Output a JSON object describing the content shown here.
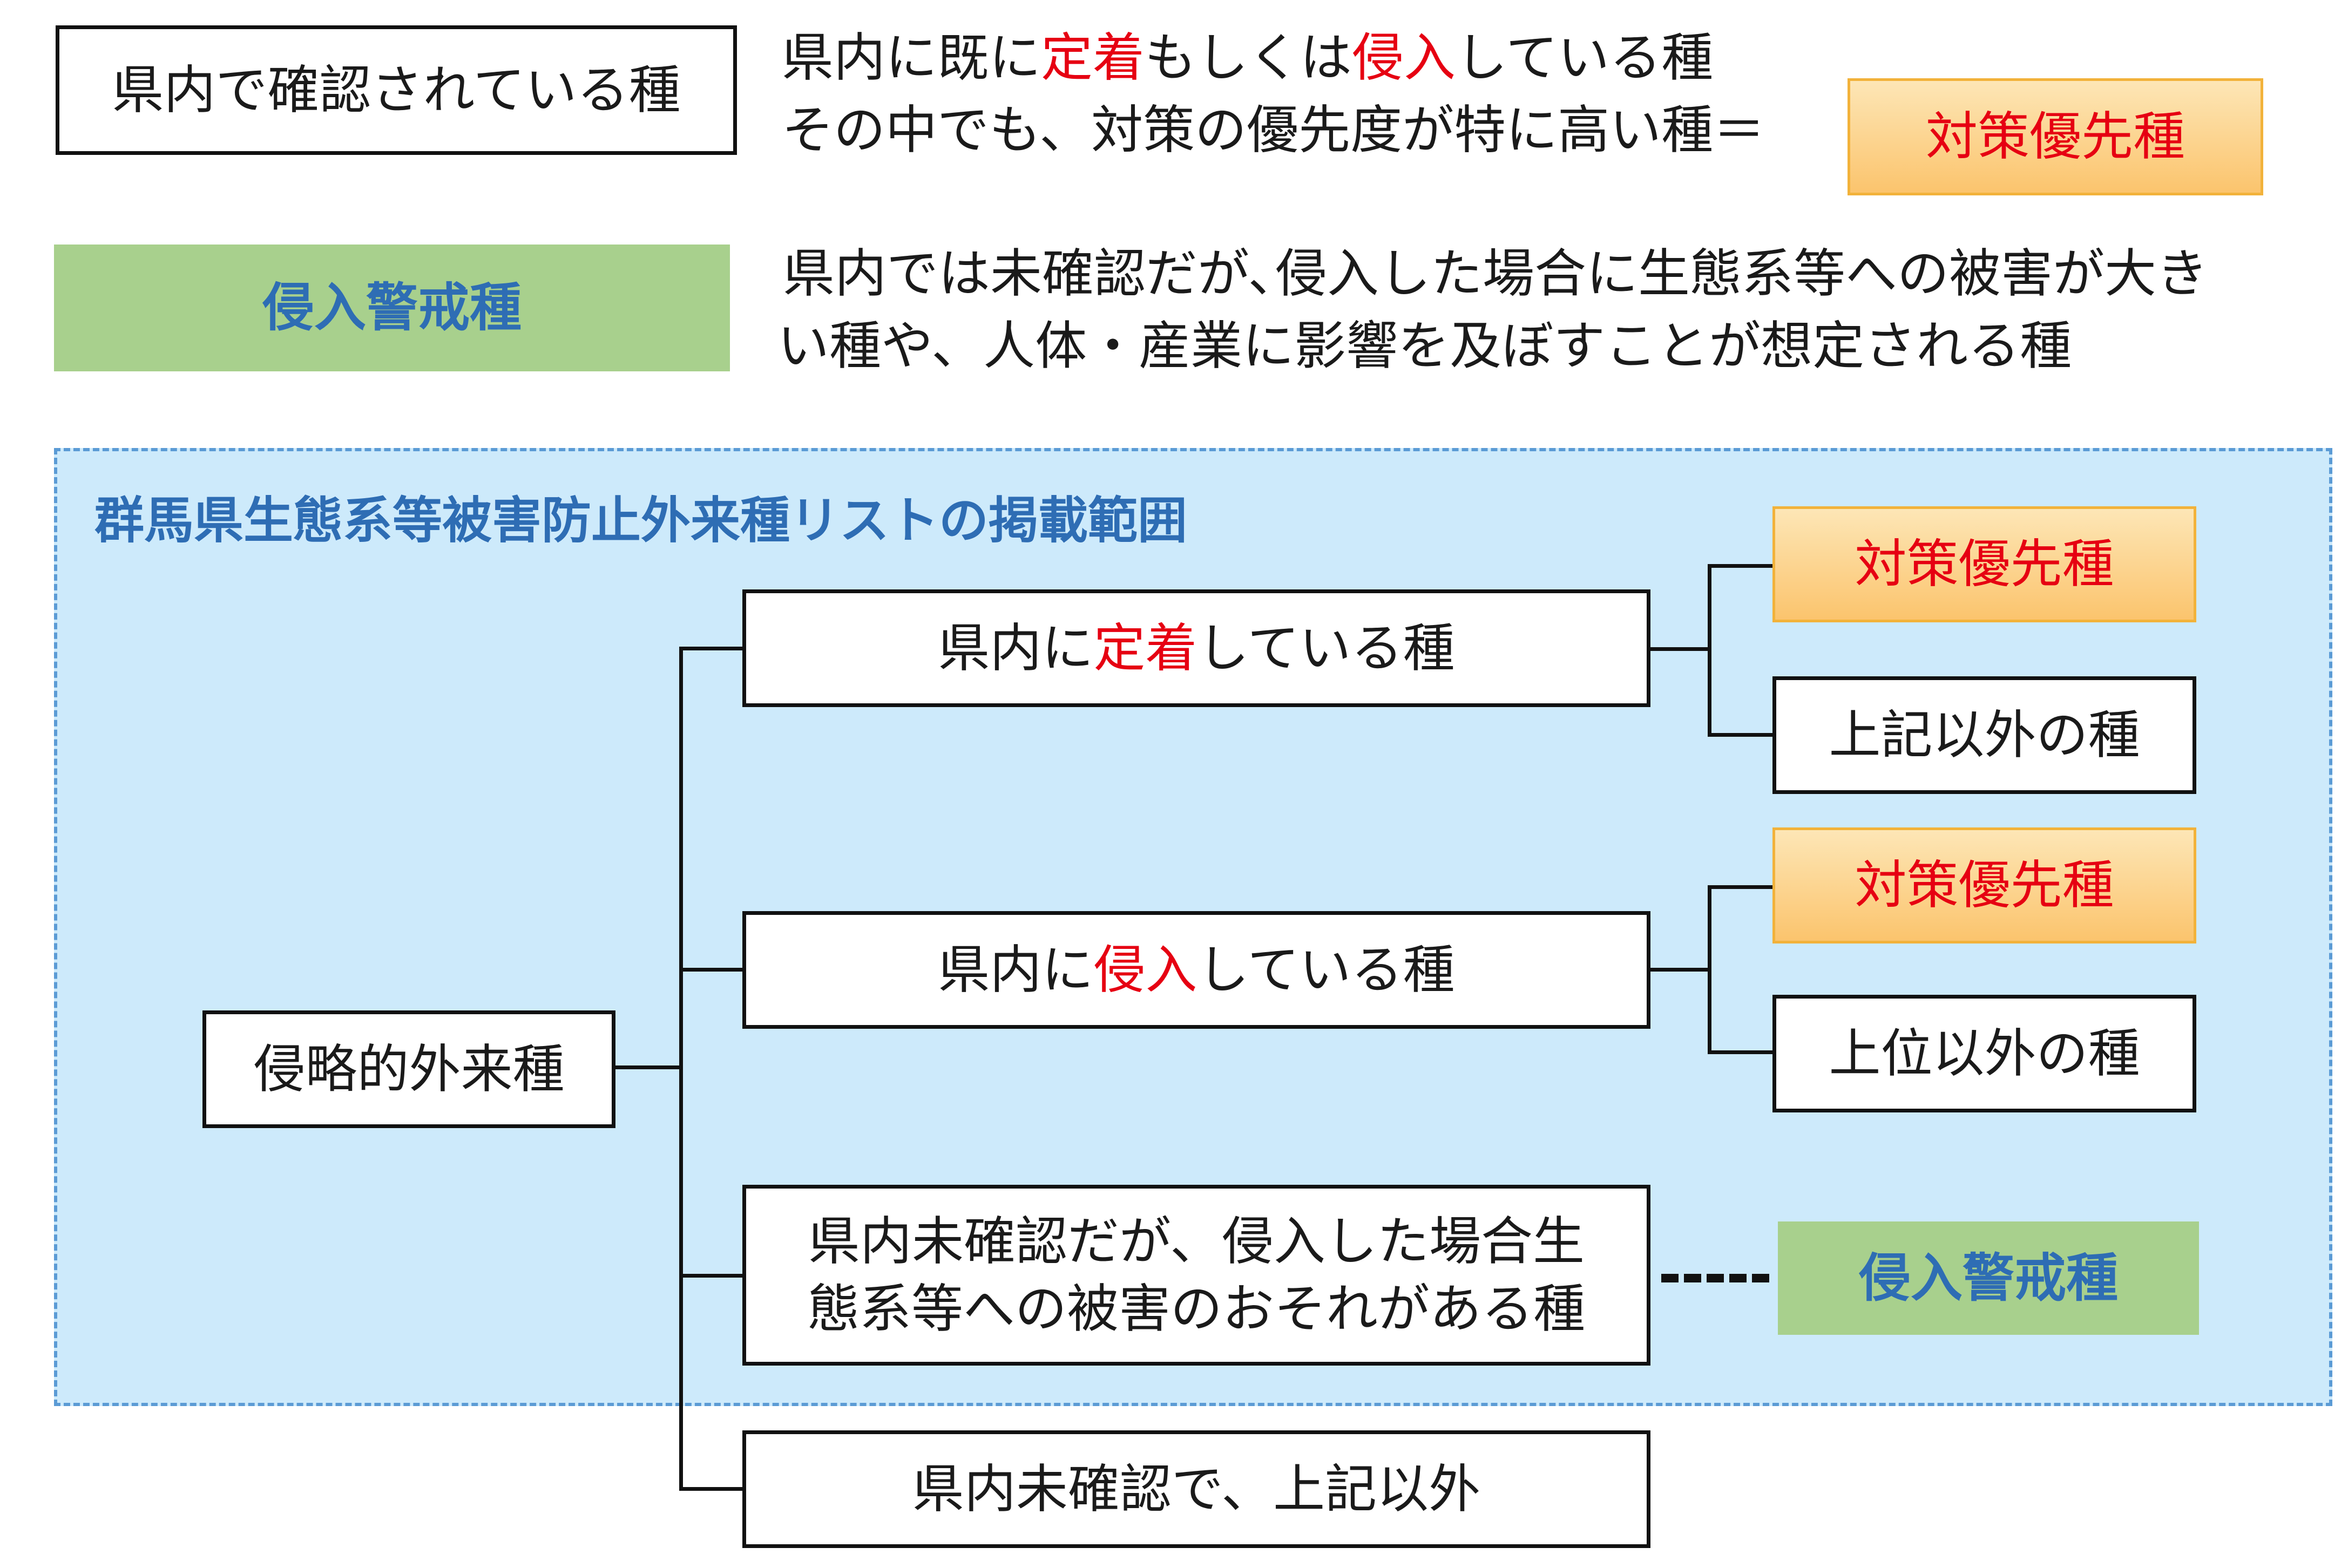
{
  "legend": {
    "confirmed_box": "県内で確認されている種",
    "confirmed_desc": {
      "line1_a": "県内に既に",
      "line1_red1": "定着",
      "line1_b": "もしくは",
      "line1_red2": "侵入",
      "line1_c": "している種",
      "line2": "その中でも、対策の優先度が特に高い種＝"
    },
    "priority_box": "対策優先種",
    "alert_box": "侵入警戒種",
    "alert_desc": {
      "line1": "県内では未確認だが､侵入した場合に生態系等への被害が大き",
      "line2": "い種や、人体・産業に影響を及ぼすことが想定される種"
    }
  },
  "region": {
    "title": "群馬県生態系等被害防止外来種リストの掲載範囲"
  },
  "tree": {
    "root": "侵略的外来種",
    "established": {
      "a": "県内に",
      "red": "定着",
      "b": "している種"
    },
    "invading": {
      "a": "県内に",
      "red": "侵入",
      "b": "している種"
    },
    "unconfirmed_risk": {
      "line1": "県内未確認だが、侵入した場合生",
      "line2": "態系等への被害のおそれがある種"
    },
    "unconfirmed_other": "県内未確認で、上記以外",
    "established_priority": "対策優先種",
    "established_other": "上記以外の種",
    "invading_priority": "対策優先種",
    "invading_other": "上位以外の種",
    "alert": "侵入警戒種"
  },
  "colors": {
    "red_text": "#e60012",
    "blue_text": "#2e6db4",
    "region_fill": "#cdeafb",
    "region_border": "#5b9bd5",
    "priority_fill": "#fbc46d",
    "alert_fill": "#a8d08d"
  }
}
